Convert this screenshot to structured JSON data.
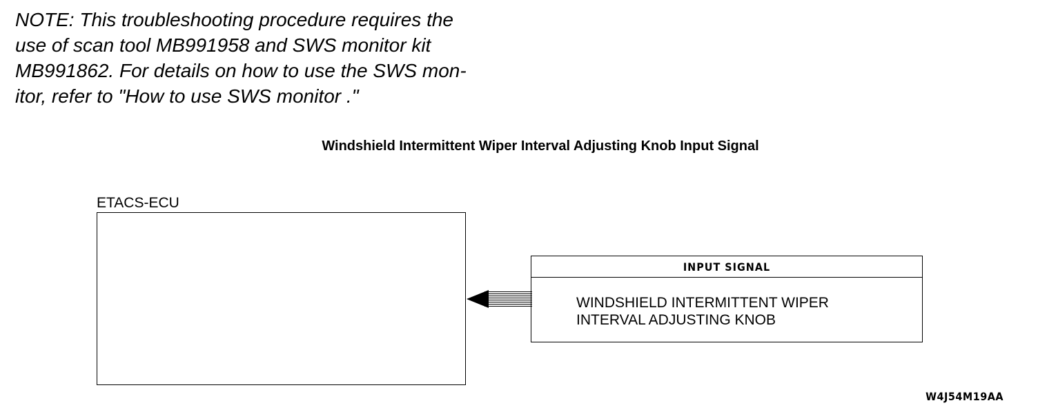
{
  "note": {
    "lines": [
      "NOTE: This troubleshooting procedure requires the",
      "use of scan tool MB991958 and SWS monitor kit",
      "MB991862. For details on how to use the SWS mon-",
      "itor, refer to \"How to use SWS monitor .\""
    ]
  },
  "diagram": {
    "title": "Windshield Intermittent Wiper Interval Adjusting Knob Input Signal",
    "ecu_label": "ETACS-ECU",
    "input_signal": {
      "header": "INPUT SIGNAL",
      "lines": [
        "WINDSHIELD INTERMITTENT WIPER",
        "INTERVAL ADJUSTING KNOB"
      ]
    },
    "figure_code": "W4J54M19AA"
  },
  "colors": {
    "ink": "#000000",
    "background": "#ffffff"
  }
}
